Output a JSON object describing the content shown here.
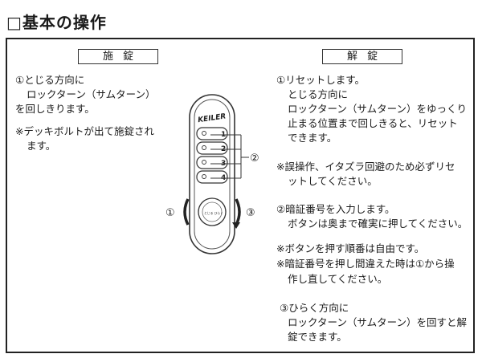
{
  "title": "□基本の操作",
  "lock": {
    "label": "施錠",
    "step1_line1": "①とじる方向に",
    "step1_line2": "ロックターン（サムターン）",
    "step1_line3": "を回しきります。",
    "note_line1": "※デッキボルトが出て施錠され",
    "note_line2": "ます。"
  },
  "unlock": {
    "label": "解錠",
    "s1_l1": "①リセットします。",
    "s1_l2": "とじる方向に",
    "s1_l3": "ロックターン（サムターン）をゆっくり",
    "s1_l4": "止まる位置まで回しきると、リセット",
    "s1_l5": "できます。",
    "warn_l1": "※誤操作、イタズラ回避のため必ずリセ",
    "warn_l2": "ットしてください。",
    "s2_l1": "②暗証番号を入力します。",
    "s2_l2": "ボタンは奥まで確実に押してください。",
    "n1": "※ボタンを押す順番は自由です。",
    "n2_l1": "※暗証番号を押し間違えた時は①から操",
    "n2_l2": "作し直してください。",
    "s3_l1": "③ひらく方向に",
    "s3_l2": "ロックターン（サムターン）を回すと解",
    "s3_l3": "錠できます。"
  },
  "device": {
    "brand": "KEILER",
    "buttons": [
      "1",
      "2",
      "3",
      "4"
    ],
    "callout_buttons": "②",
    "callout_left": "①",
    "callout_right": "③",
    "knob_text": "とじる  ひらく"
  }
}
